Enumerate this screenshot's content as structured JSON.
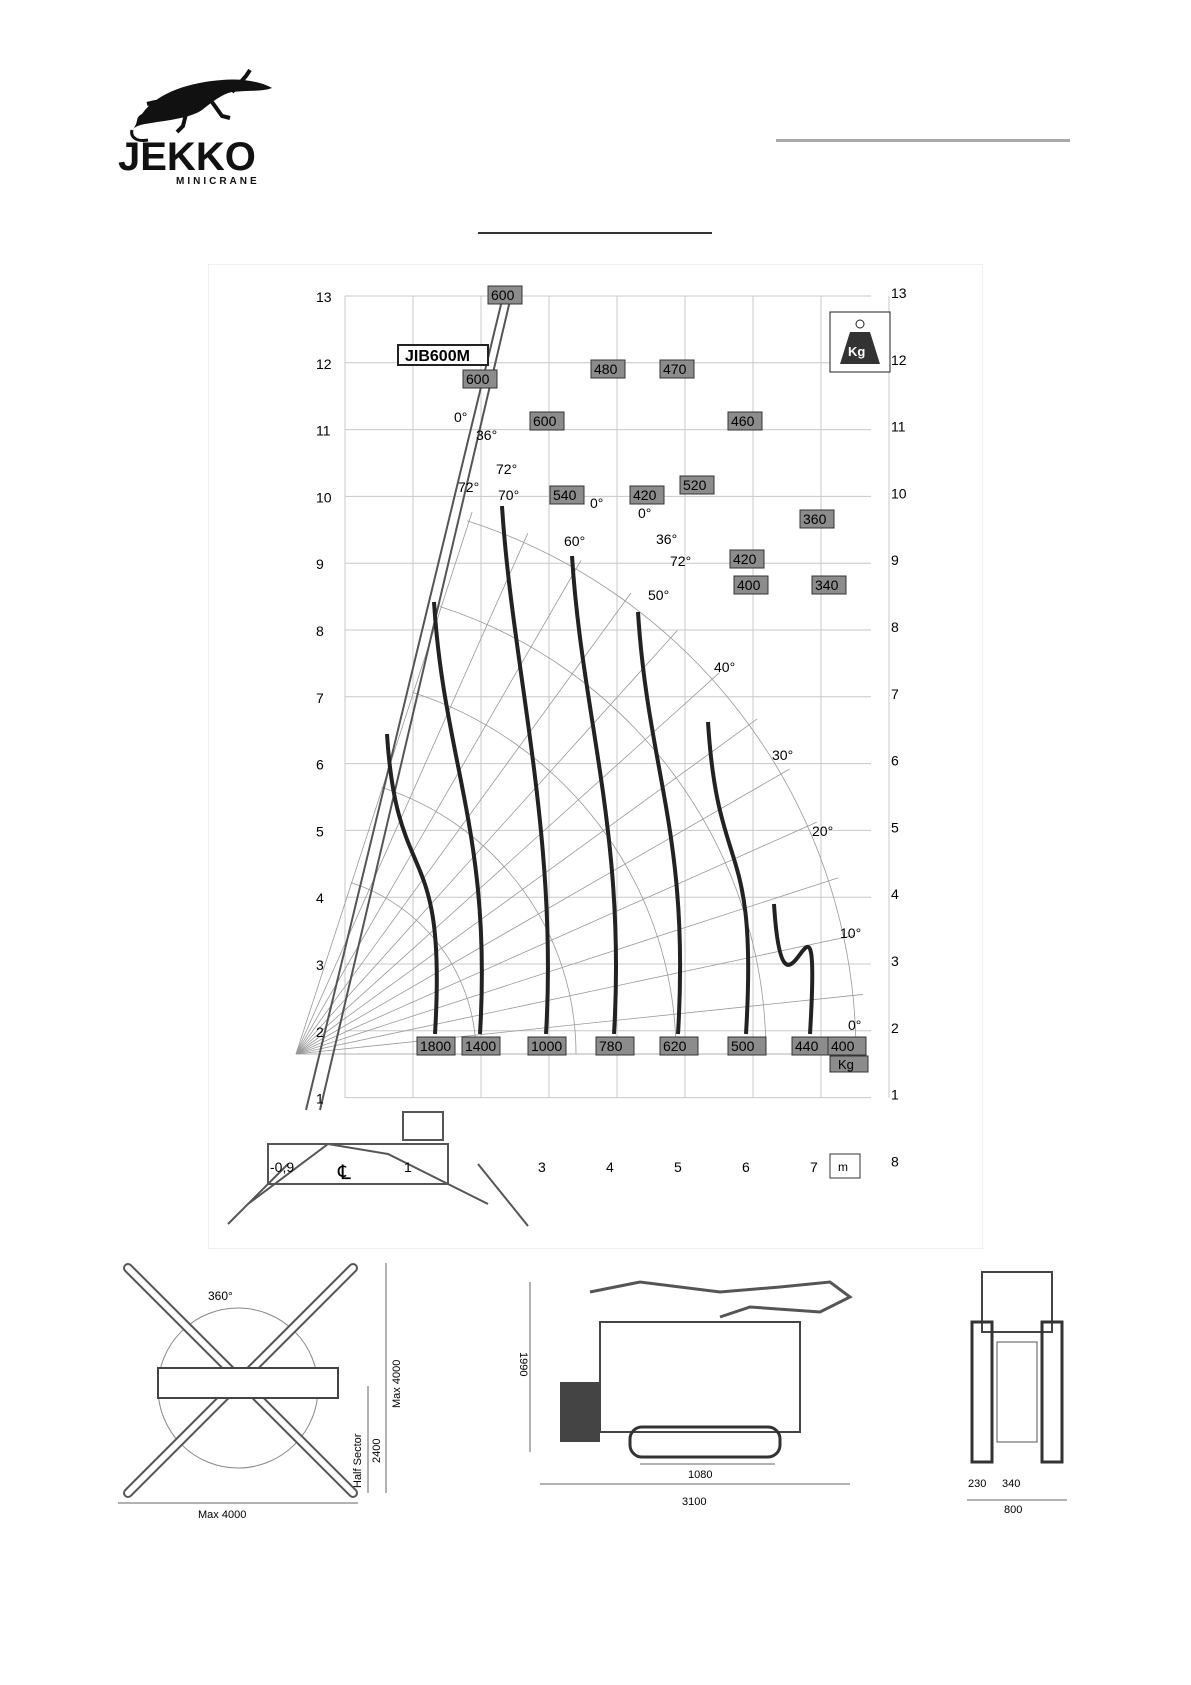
{
  "brand": {
    "name": "JEKKO",
    "tagline": "MINICRANE"
  },
  "chart_data": {
    "type": "load-chart",
    "model_label": "JIB600M",
    "load_unit_icon": "Kg",
    "x_unit_label": "m",
    "y_ticks": [
      "13",
      "12",
      "11",
      "10",
      "9",
      "8",
      "7",
      "6",
      "5",
      "4",
      "3",
      "2",
      "1"
    ],
    "y_ticks_right": [
      "13",
      "12",
      "11",
      "10",
      "9",
      "8",
      "7",
      "6",
      "5",
      "4",
      "3",
      "2",
      "1",
      "8"
    ],
    "x_ticks": [
      "-0,9",
      "1",
      "3",
      "4",
      "5",
      "6",
      "7"
    ],
    "centerline_symbol": "℄",
    "boom_angles": [
      "0°",
      "10°",
      "20°",
      "30°",
      "40°",
      "50°",
      "60°",
      "70°",
      "72°"
    ],
    "jib_angles": [
      "0°",
      "36°",
      "72°",
      "0°",
      "0°",
      "36°",
      "72°"
    ],
    "jib_loads_upper": [
      "600",
      "600",
      "480",
      "470",
      "600",
      "460",
      "540",
      "420",
      "520"
    ],
    "jib_loads_lower": [
      "360",
      "420",
      "400",
      "340"
    ],
    "base_capacities": [
      {
        "label": "1800"
      },
      {
        "label": "1400"
      },
      {
        "label": "1000"
      },
      {
        "label": "780"
      },
      {
        "label": "620"
      },
      {
        "label": "500"
      },
      {
        "label": "440"
      },
      {
        "label": "400"
      }
    ],
    "base_unit": "Kg"
  },
  "views": {
    "top": {
      "rotation": "360°",
      "max_width": "Max 4000",
      "max_height": "Max 4000",
      "half_sector_label": "Half Sector",
      "half_sector": "2400"
    },
    "side": {
      "height": "1990",
      "track": "1080",
      "length": "3100"
    },
    "rear": {
      "dim_a": "230",
      "dim_b": "340",
      "width": "800"
    }
  },
  "colors": {
    "label_fill": "#8c8c8c",
    "curve": "#222222",
    "grid": "#c8c8c8"
  }
}
